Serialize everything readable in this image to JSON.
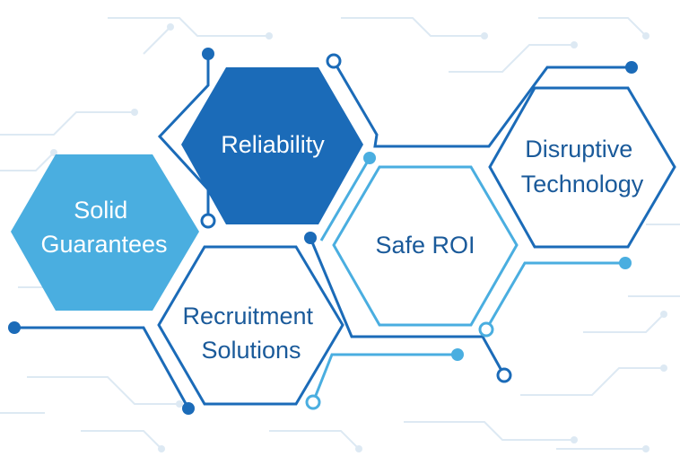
{
  "hexagons": {
    "reliability": {
      "label": "Reliability",
      "fill": "#1b6bb8",
      "text_color": "#ffffff"
    },
    "solid_guarantees": {
      "line1": "Solid",
      "line2": "Guarantees",
      "fill": "#4aaee0",
      "text_color": "#ffffff"
    },
    "safe_roi": {
      "label": "Safe ROI",
      "stroke": "#4aaee0",
      "text_color": "#1a5a9a"
    },
    "disruptive_technology": {
      "line1": "Disruptive",
      "line2": "Technology",
      "stroke": "#1b6bb8",
      "text_color": "#1a5a9a"
    },
    "recruitment_solutions": {
      "line1": "Recruitment",
      "line2": "Solutions",
      "stroke": "#1b6bb8",
      "text_color": "#1a5a9a"
    }
  },
  "colors": {
    "dark_blue": "#1b6bb8",
    "light_blue": "#4aaee0",
    "circuit_faint": "#dbe8f2"
  }
}
